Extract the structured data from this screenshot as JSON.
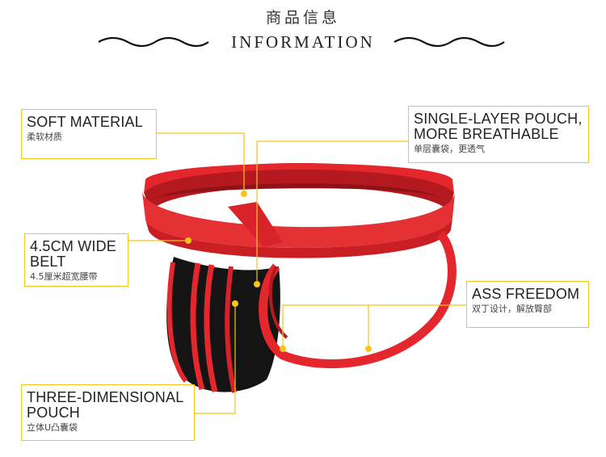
{
  "header": {
    "title_cn": "商品信息",
    "title_en": "INFORMATION"
  },
  "labels": {
    "soft_material": {
      "en": "SOFT MATERIAL",
      "cn": "柔软材质"
    },
    "single_layer": {
      "en": "SINGLE-LAYER POUCH, MORE BREATHABLE",
      "cn": "单层囊袋，更透气"
    },
    "belt": {
      "en": "4.5CM WIDE BELT",
      "cn": "4.5厘米超宽腰带"
    },
    "ass_freedom": {
      "en": "ASS FREEDOM",
      "cn": "双丁设计，解放臀部"
    },
    "pouch": {
      "en": "THREE-DIMENSIONAL POUCH",
      "cn": "立体U凸囊袋"
    }
  },
  "colors": {
    "accent": "#f5c518",
    "band_red": "#e3272c",
    "band_dark_red": "#a8161b",
    "pouch_black": "#141414"
  }
}
